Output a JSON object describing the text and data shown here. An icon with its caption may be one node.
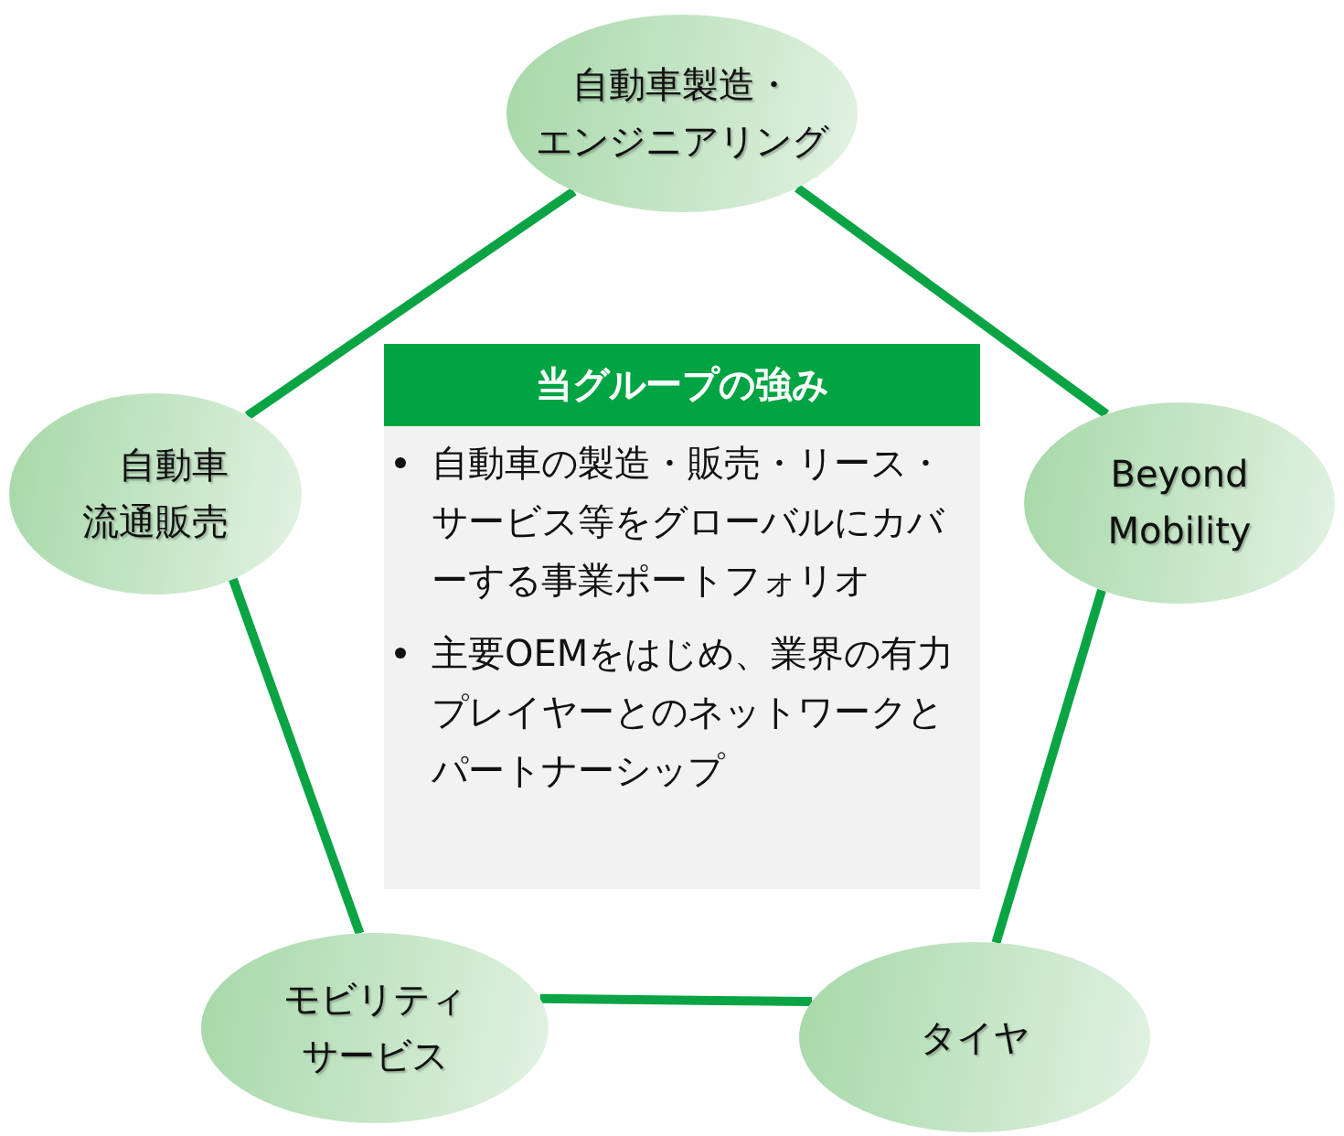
{
  "diagram": {
    "nodes": [
      {
        "text": [
          "自動車製造・エンジニアリング"
        ]
      },
      {
        "text": [
          "自動車流通販売"
        ]
      },
      {
        "text": [
          "Beyond Mobility"
        ]
      },
      {
        "text": [
          "モビリティサービス"
        ]
      },
      {
        "text": [
          "タイヤ"
        ]
      },
      {
        "text": [
          "当グループの強み",
          "自動車の製造・販売・リース・サービス等をグローバルにカバーする事業ポートフォリオ",
          "主要OEMをはじめ、業界の有力プレイヤーとのネットワークとパートナーシップ"
        ]
      }
    ],
    "edges": [
      {
        "from": 0,
        "to": 1,
        "arrow": "none"
      },
      {
        "from": 0,
        "to": 2,
        "arrow": "none"
      },
      {
        "from": 1,
        "to": 3,
        "arrow": "none"
      },
      {
        "from": 2,
        "to": 4,
        "arrow": "none"
      },
      {
        "from": 3,
        "to": 4,
        "arrow": "none"
      }
    ]
  }
}
